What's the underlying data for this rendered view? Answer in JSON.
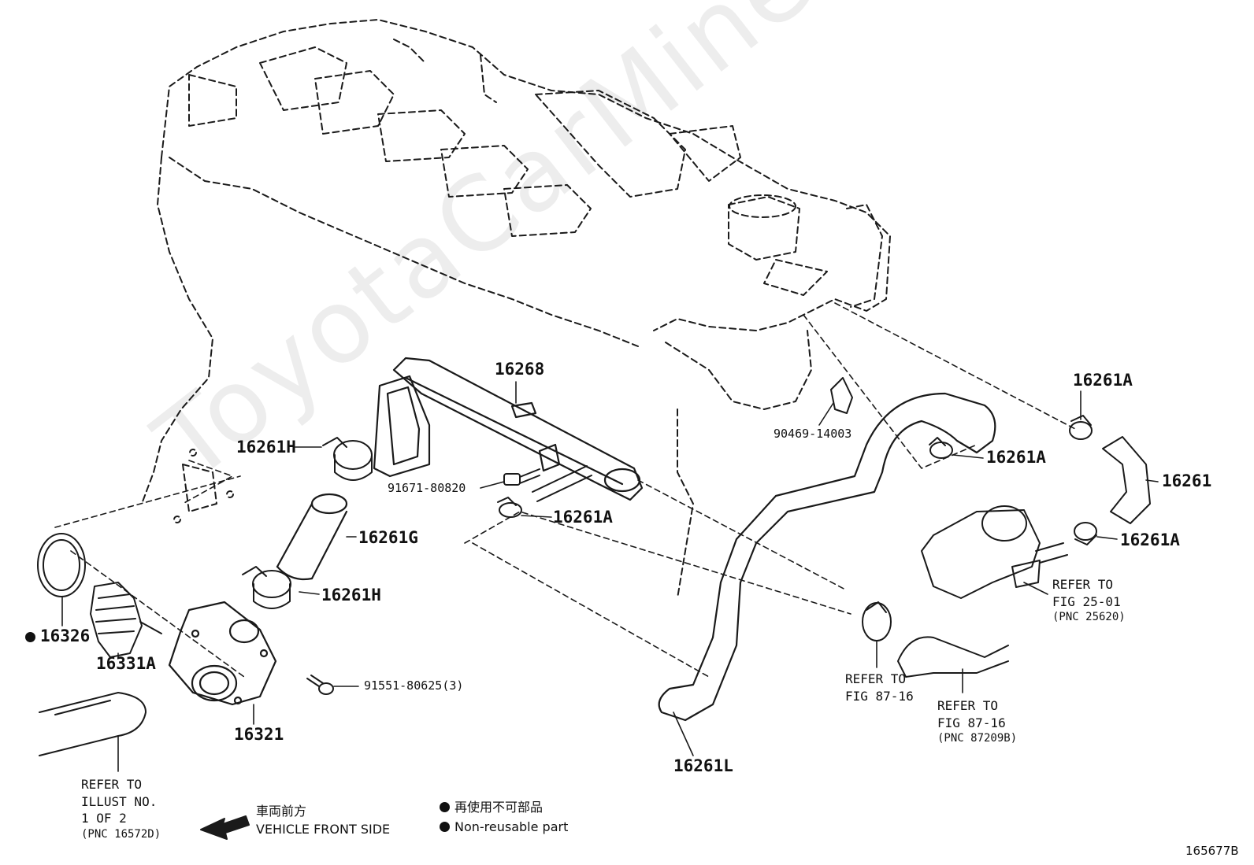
{
  "watermark": "ToyotaCarMine.ru",
  "figure_number": "165677B",
  "parts": {
    "p16268": "16268",
    "p16261H_top": "16261H",
    "p91671": "91671-80820",
    "p16261A_mid": "16261A",
    "p16261G": "16261G",
    "p16261H_bot": "16261H",
    "p16326": "16326",
    "p16331A": "16331A",
    "p91551": "91551-80625(3)",
    "p16321": "16321",
    "p90469": "90469-14003",
    "p16261A_hose": "16261A",
    "p16261A_topright": "16261A",
    "p16261": "16261",
    "p16261A_right": "16261A",
    "p16261L": "16261L"
  },
  "refs": {
    "ref_fig25": [
      "REFER TO",
      "FIG 25-01",
      "(PNC 25620)"
    ],
    "ref_fig87_a": [
      "REFER TO",
      "FIG 87-16"
    ],
    "ref_fig87_b": [
      "REFER TO",
      "FIG 87-16",
      "(PNC 87209B)"
    ],
    "ref_illust": [
      "REFER TO",
      "ILLUST NO.",
      "1 OF 2",
      "(PNC 16572D)"
    ]
  },
  "legend": {
    "front_jp": "車両前方",
    "front_en": "VEHICLE FRONT SIDE",
    "nonreusable_jp": "再使用不可部品",
    "nonreusable_en": "Non-reusable part"
  },
  "colors": {
    "line": "#1a1a1a",
    "background": "#ffffff"
  }
}
